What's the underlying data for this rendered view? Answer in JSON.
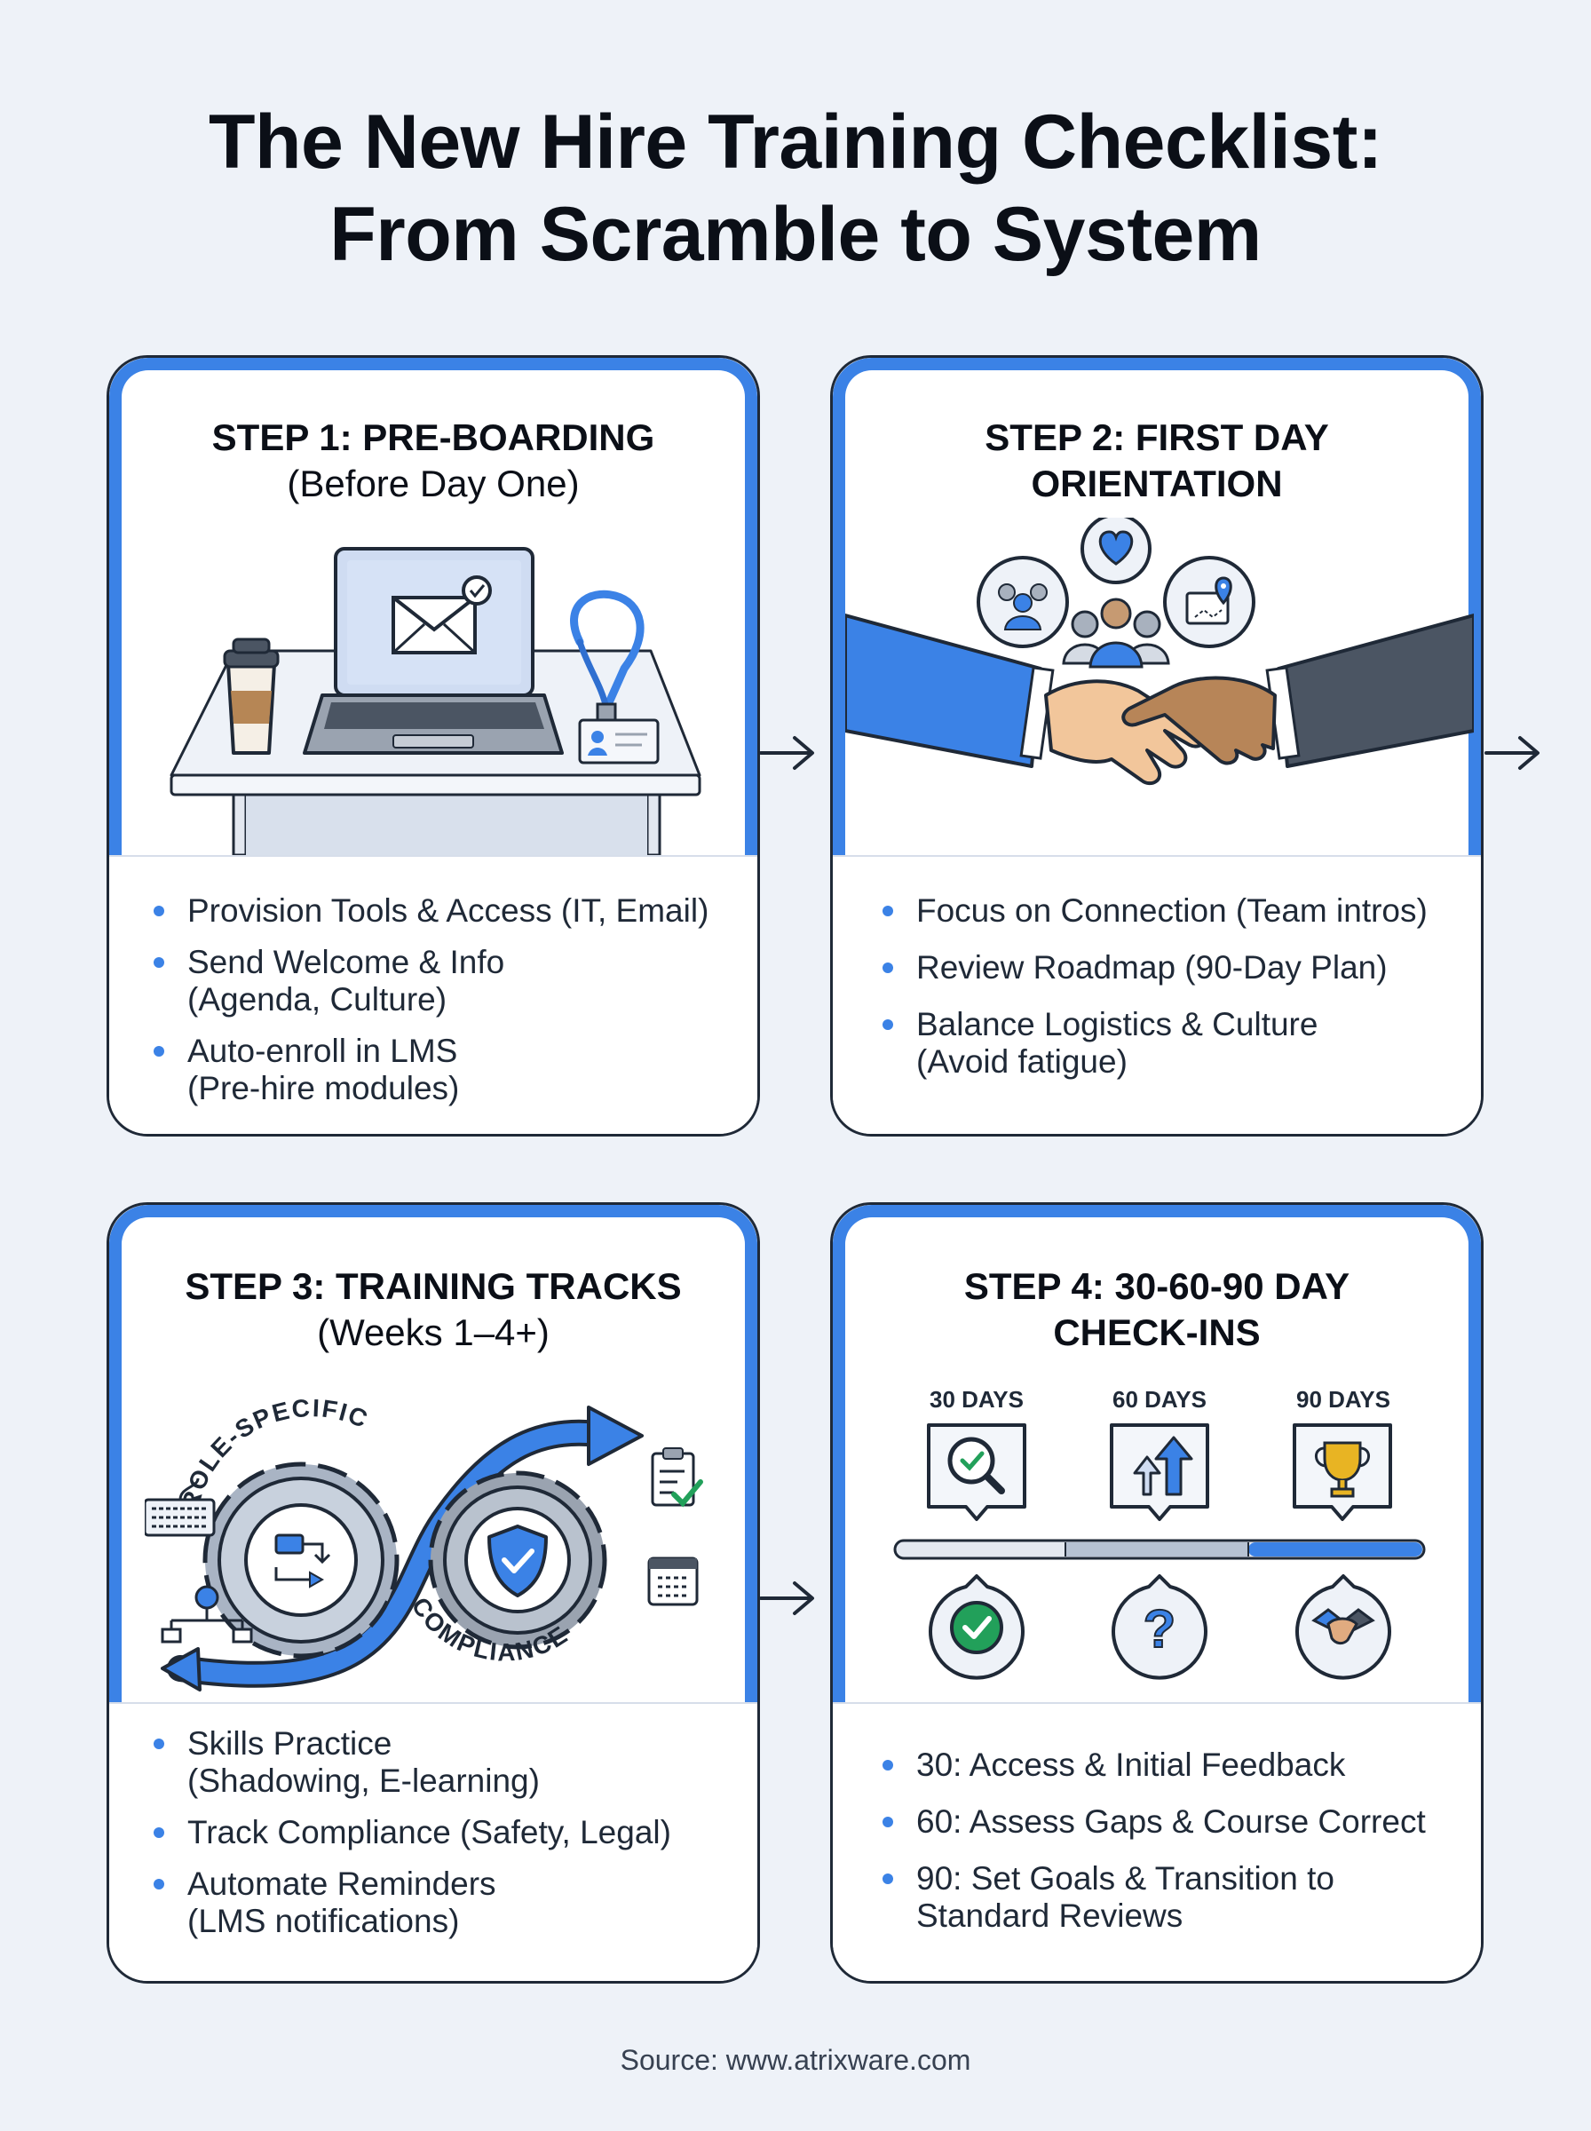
{
  "title": {
    "line1": "The New Hire Training Checklist:",
    "line2": "From Scramble to System"
  },
  "steps": [
    {
      "title": "STEP 1: PRE-BOARDING",
      "subtitle": "(Before Day One)",
      "bullets": [
        {
          "line1": "Provision Tools & Access (IT, Email)",
          "line2": ""
        },
        {
          "line1": "Send Welcome & Info",
          "line2": "(Agenda, Culture)"
        },
        {
          "line1": "Auto-enroll in LMS",
          "line2": "(Pre-hire modules)"
        }
      ]
    },
    {
      "title": "STEP 2: FIRST DAY",
      "subtitle": "ORIENTATION",
      "bullets": [
        {
          "line1": "Focus on Connection (Team intros)",
          "line2": ""
        },
        {
          "line1": "Review Roadmap (90-Day Plan)",
          "line2": ""
        },
        {
          "line1": "Balance Logistics & Culture",
          "line2": "(Avoid fatigue)"
        }
      ]
    },
    {
      "title": "STEP 3: TRAINING TRACKS",
      "subtitle": "(Weeks 1–4+)",
      "gear_labels": {
        "left": "ROLE-SPECIFIC",
        "right": "COMPLIANCE"
      },
      "bullets": [
        {
          "line1": "Skills Practice",
          "line2": "(Shadowing, E-learning)"
        },
        {
          "line1": "Track Compliance (Safety, Legal)",
          "line2": ""
        },
        {
          "line1": "Automate Reminders",
          "line2": "(LMS notifications)"
        }
      ]
    },
    {
      "title": "STEP 4: 30-60-90 DAY",
      "subtitle": "CHECK-INS",
      "milestones": [
        "30 DAYS",
        "60 DAYS",
        "90 DAYS"
      ],
      "bullets": [
        {
          "line1": "30: Access & Initial Feedback",
          "line2": ""
        },
        {
          "line1": "60: Assess Gaps & Course Correct",
          "line2": ""
        },
        {
          "line1": "90: Set Goals & Transition to",
          "line2": "Standard Reviews"
        }
      ]
    }
  ],
  "source": "Source: www.atrixware.com",
  "colors": {
    "accent": "#3b82e6",
    "dark": "#1f2937",
    "background": "#eef2f8"
  },
  "icons": [
    "laptop-icon",
    "envelope-icon",
    "coffee-cup-icon",
    "lanyard-badge-icon",
    "handshake-icon",
    "team-icon",
    "heart-icon",
    "map-pin-icon",
    "gear-icon",
    "shield-check-icon",
    "keyboard-icon",
    "org-chart-icon",
    "clipboard-check-icon",
    "calendar-icon",
    "magnifier-check-icon",
    "growth-arrows-icon",
    "trophy-icon",
    "check-circle-icon",
    "question-icon",
    "handshake-small-icon"
  ]
}
